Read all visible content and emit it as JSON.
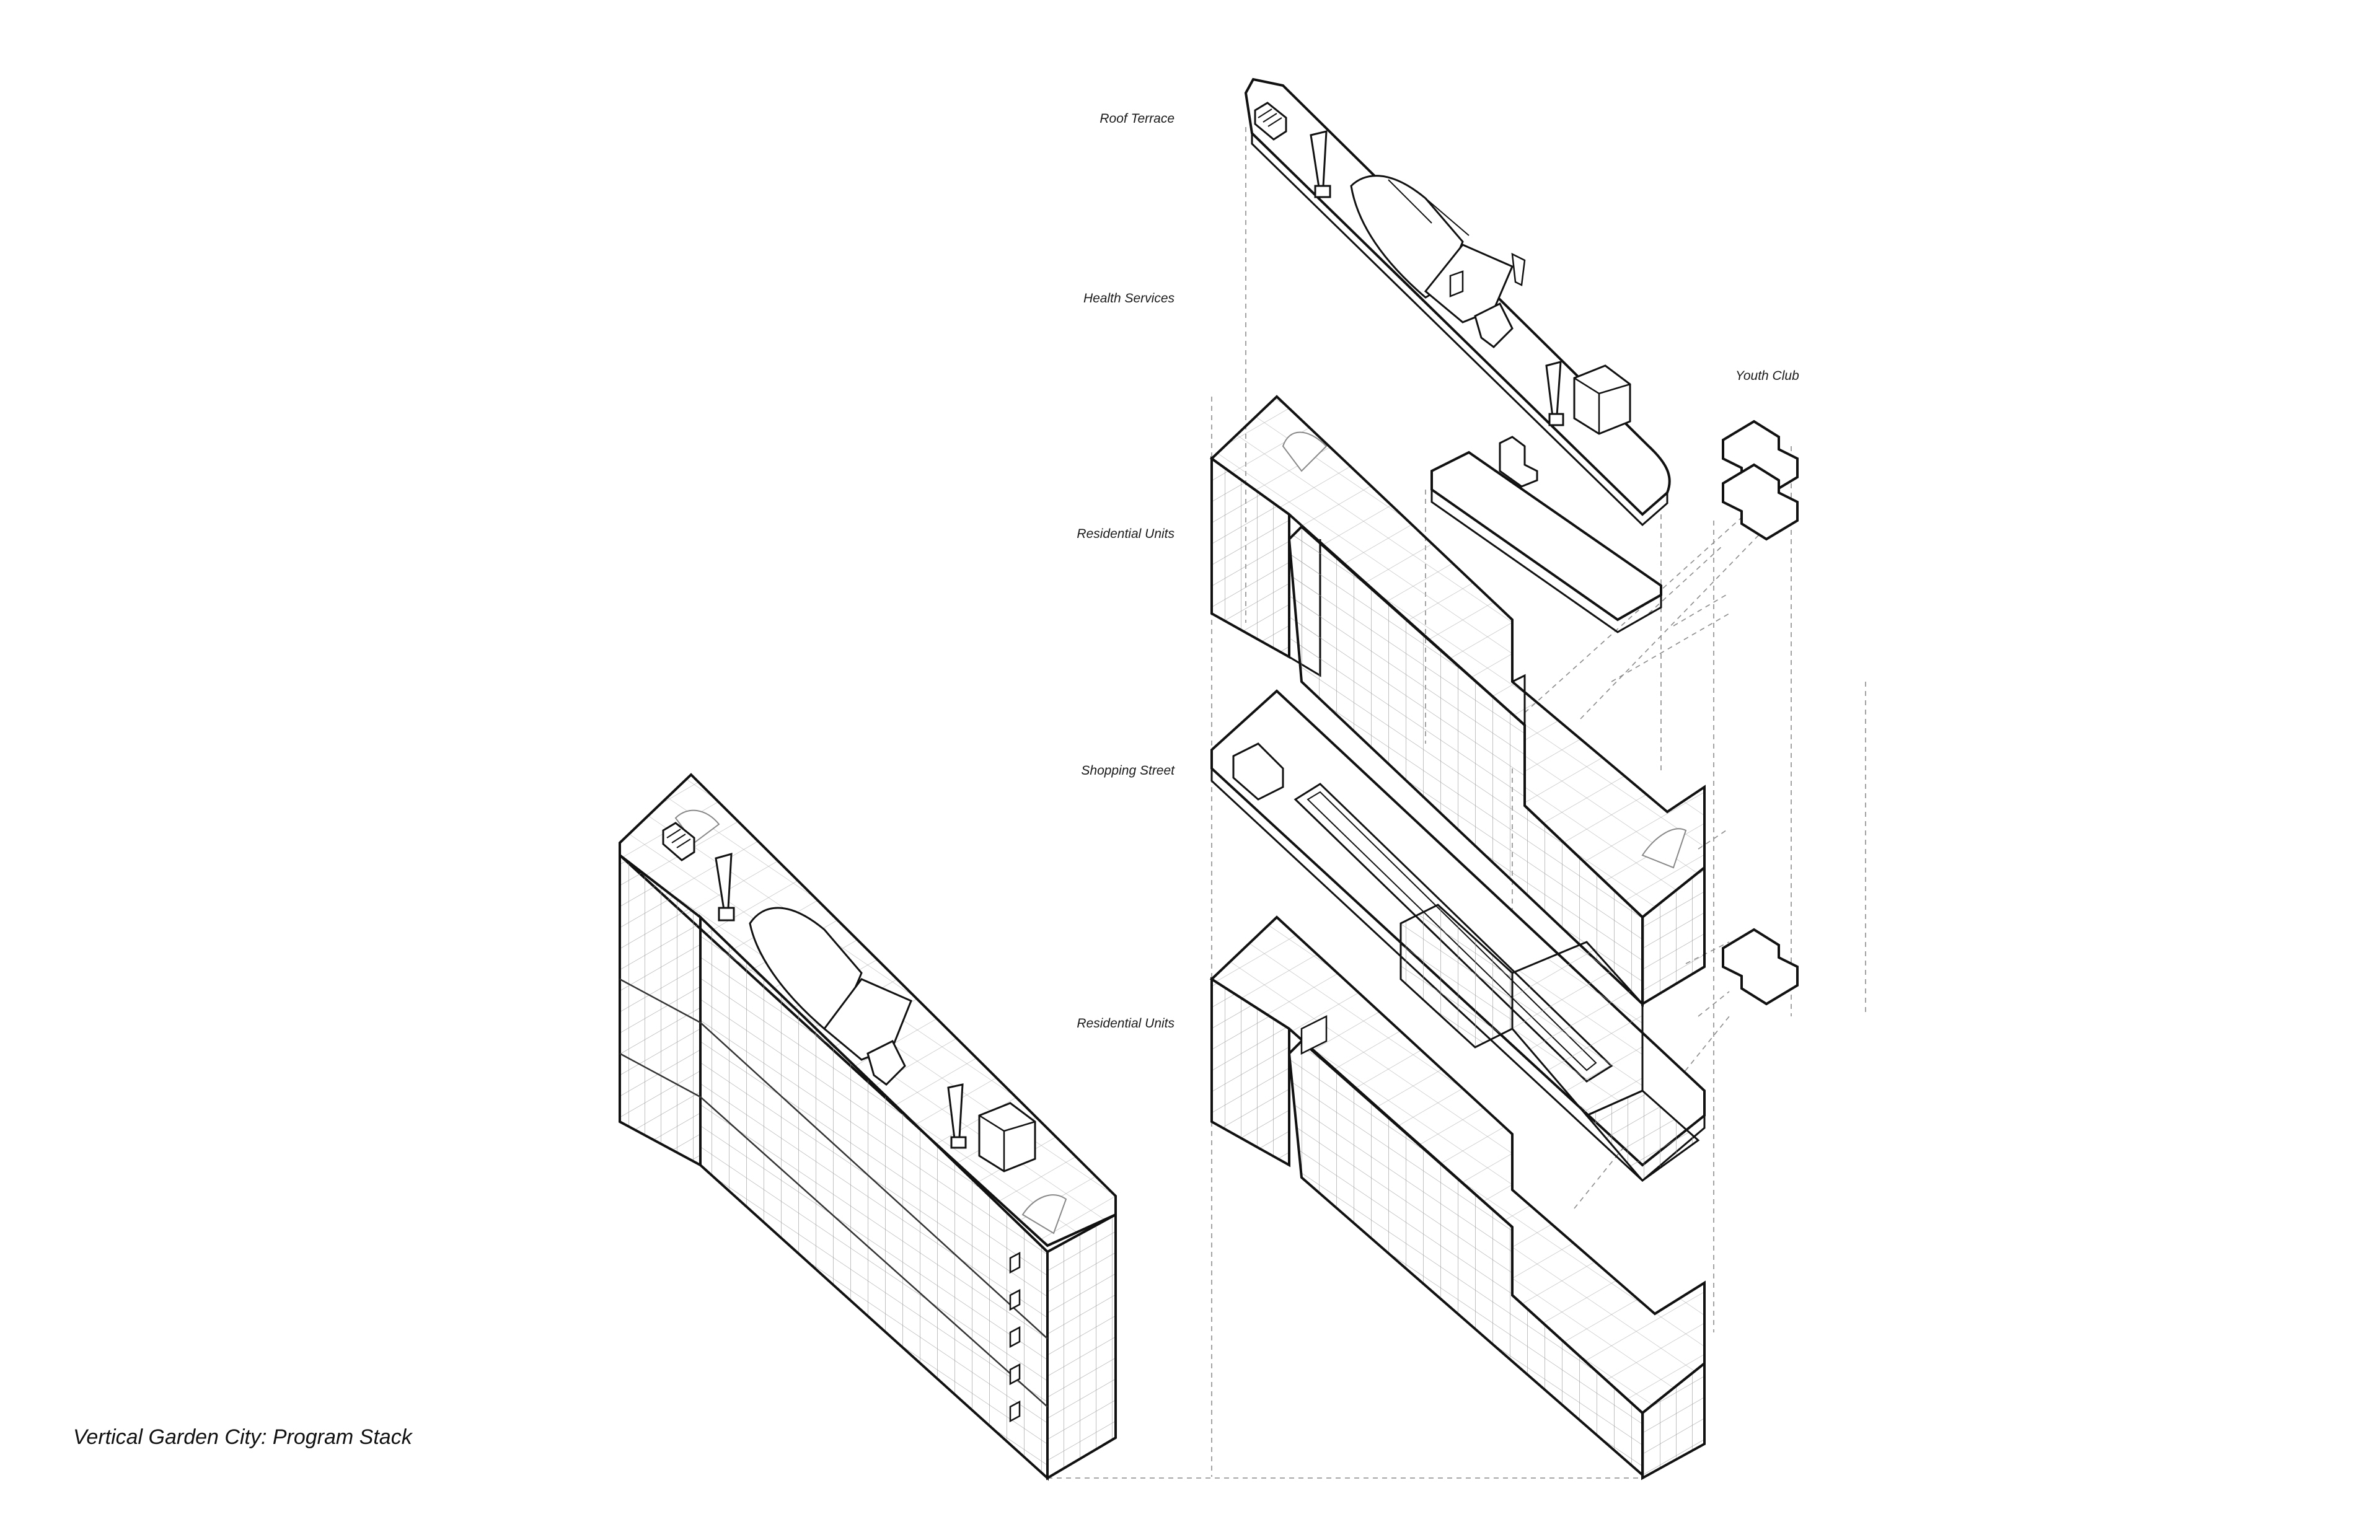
{
  "caption": "Vertical Garden City: Program Stack",
  "layers": {
    "roof_terrace": "Roof Terrace",
    "health_services": "Health Services",
    "youth_club": "Youth Club",
    "residential_upper": "Residential Units",
    "shopping_street": "Shopping Street",
    "residential_lower": "Residential Units"
  },
  "colors": {
    "line": "#111111",
    "grid": "#9a9a9a",
    "guide": "#8c8c8c",
    "face": "#ffffff"
  }
}
